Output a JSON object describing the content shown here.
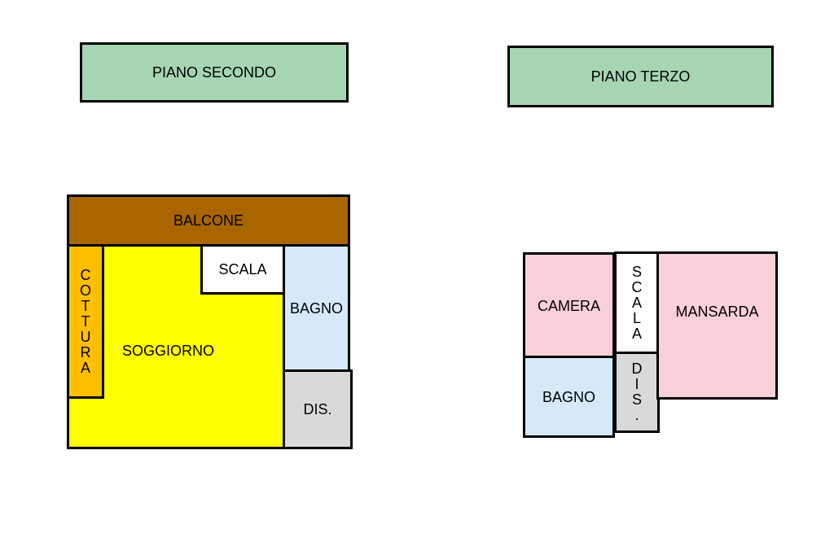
{
  "floors": {
    "second": {
      "title": "PIANO SECONDO",
      "rooms": {
        "balcone": "BALCONE",
        "cottura": "COTTURA",
        "soggiorno": "SOGGIORNO",
        "scala": "SCALA",
        "bagno": "BAGNO",
        "dis": "DIS."
      }
    },
    "third": {
      "title": "PIANO TERZO",
      "rooms": {
        "camera": "CAMERA",
        "bagno": "BAGNO",
        "scala": "SCALA",
        "dis": "DIS.",
        "mansarda": "MANSARDA"
      }
    }
  },
  "colors": {
    "title_bg": "#a6d5b3",
    "balcone": "#a86500",
    "cottura": "#ffbf00",
    "soggiorno": "#ffff00",
    "bagno": "#d5e9fb",
    "dis": "#d9d9d9",
    "scala": "#ffffff",
    "camera": "#f9d0d8",
    "mansarda": "#f9d0d8"
  }
}
